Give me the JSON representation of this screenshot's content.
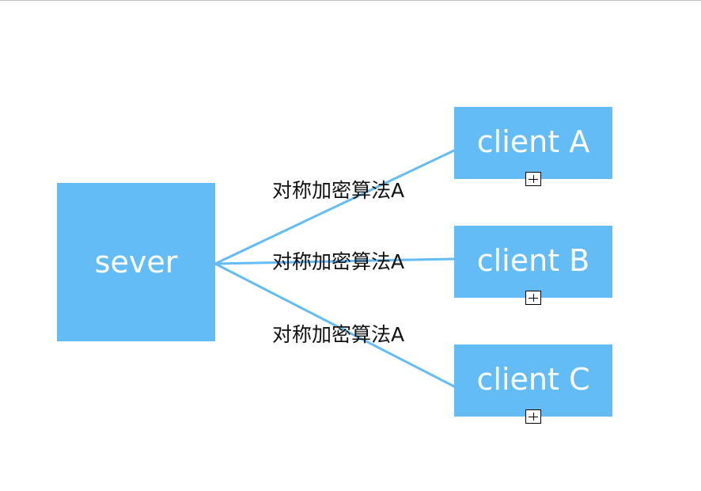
{
  "diagram": {
    "server": {
      "label": "sever"
    },
    "clients": [
      {
        "label": "client A"
      },
      {
        "label": "client B"
      },
      {
        "label": "client C"
      }
    ],
    "edges": [
      {
        "from": "sever",
        "to": "client A",
        "label": "对称加密算法A"
      },
      {
        "from": "sever",
        "to": "client B",
        "label": "对称加密算法A"
      },
      {
        "from": "sever",
        "to": "client C",
        "label": "对称加密算法A"
      }
    ],
    "colors": {
      "node_fill": "#64bcf6",
      "node_text": "#ffffff",
      "edge": "#64bcf6",
      "label_text": "#111111"
    }
  }
}
